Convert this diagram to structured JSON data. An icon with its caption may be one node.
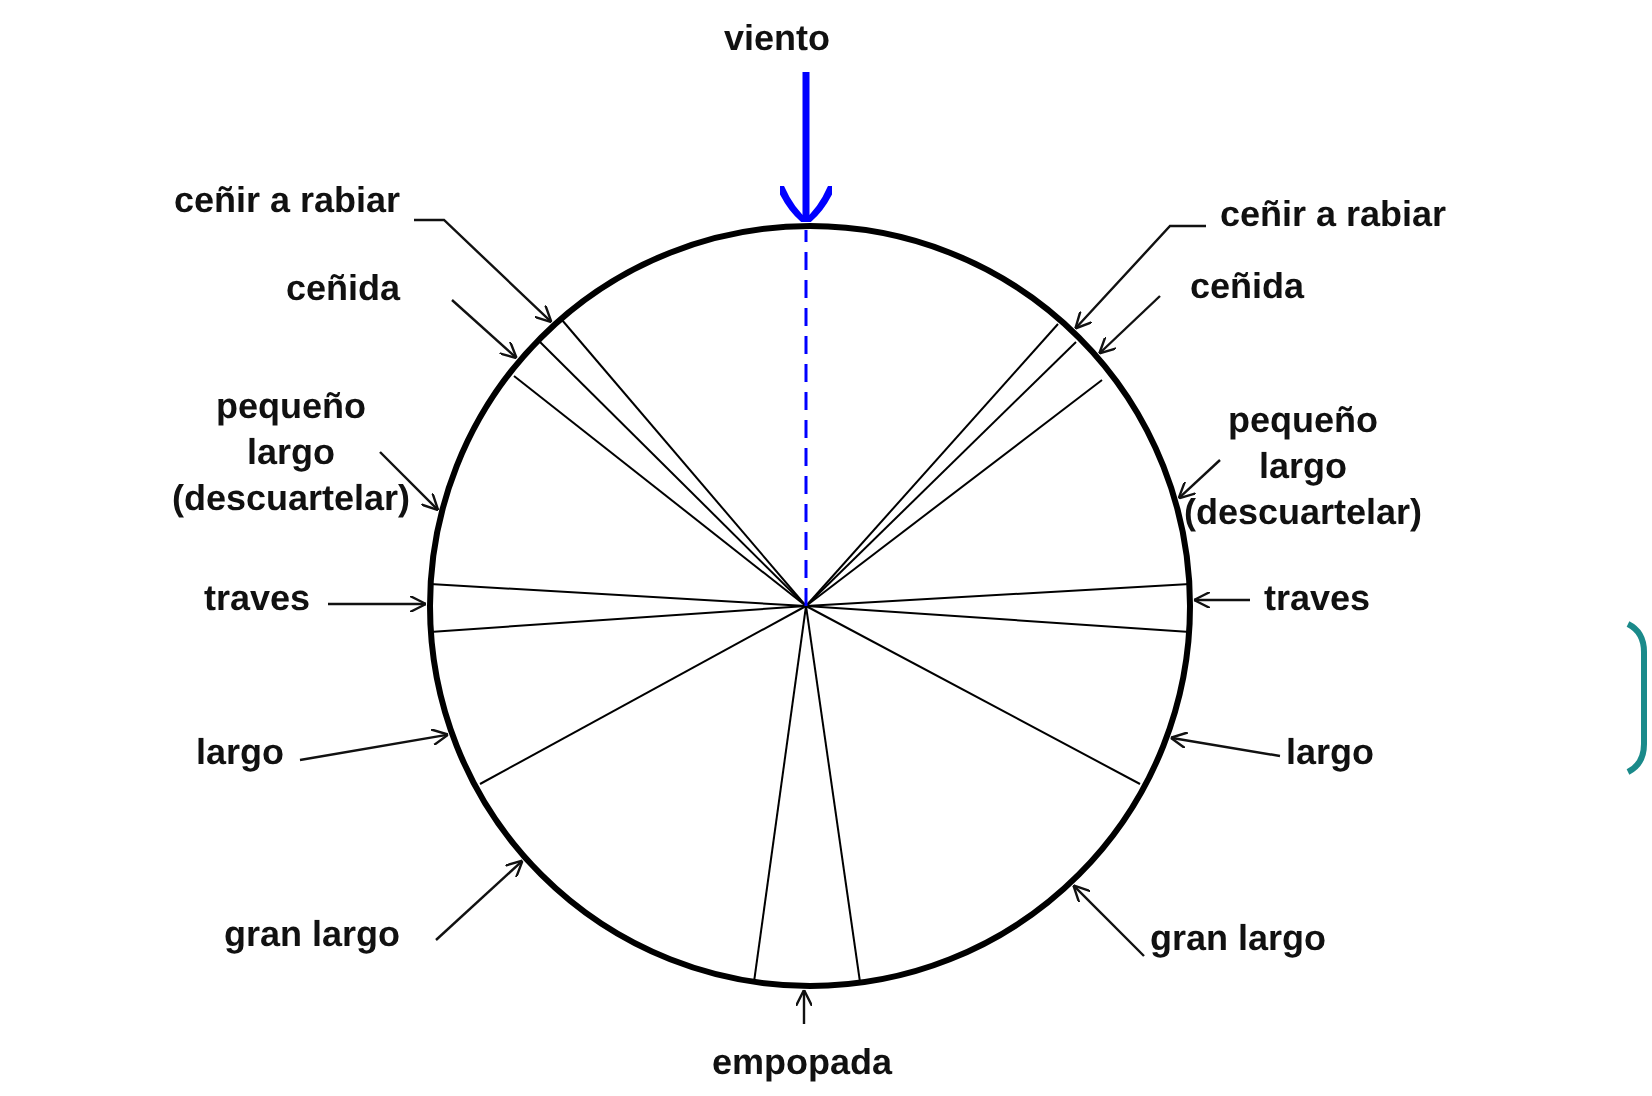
{
  "diagram": {
    "nodes": [
      {
        "text": [
          "viento"
        ]
      },
      {
        "text": [
          "ceñir a rabiar"
        ]
      },
      {
        "text": [
          "ceñir a rabiar"
        ]
      },
      {
        "text": [
          "ceñida"
        ]
      },
      {
        "text": [
          "ceñida"
        ]
      },
      {
        "text": [
          "pequeño largo (descuartelar)"
        ]
      },
      {
        "text": [
          "pequeño largo (descuartelar)"
        ]
      },
      {
        "text": [
          "traves"
        ]
      },
      {
        "text": [
          "traves"
        ]
      },
      {
        "text": [
          "largo"
        ]
      },
      {
        "text": [
          "largo"
        ]
      },
      {
        "text": [
          "gran largo"
        ]
      },
      {
        "text": [
          "gran largo"
        ]
      },
      {
        "text": [
          "empopada"
        ]
      },
      {
        "text": [],
        "shape": "circle"
      }
    ],
    "edges": [
      {
        "from": 0,
        "to": 14,
        "arrow": "to",
        "style": "thick",
        "color": "#0000ff"
      },
      {
        "from": 1,
        "to": 14,
        "arrow": "to"
      },
      {
        "from": 2,
        "to": 14,
        "arrow": "to"
      },
      {
        "from": 3,
        "to": 14,
        "arrow": "to"
      },
      {
        "from": 4,
        "to": 14,
        "arrow": "to"
      },
      {
        "from": 5,
        "to": 14,
        "arrow": "to"
      },
      {
        "from": 6,
        "to": 14,
        "arrow": "to"
      },
      {
        "from": 7,
        "to": 14,
        "arrow": "to"
      },
      {
        "from": 8,
        "to": 14,
        "arrow": "to"
      },
      {
        "from": 9,
        "to": 14,
        "arrow": "to"
      },
      {
        "from": 10,
        "to": 14,
        "arrow": "to"
      },
      {
        "from": 11,
        "to": 14,
        "arrow": "to"
      },
      {
        "from": 12,
        "to": 14,
        "arrow": "to"
      },
      {
        "from": 13,
        "to": 14,
        "arrow": "to"
      }
    ]
  }
}
